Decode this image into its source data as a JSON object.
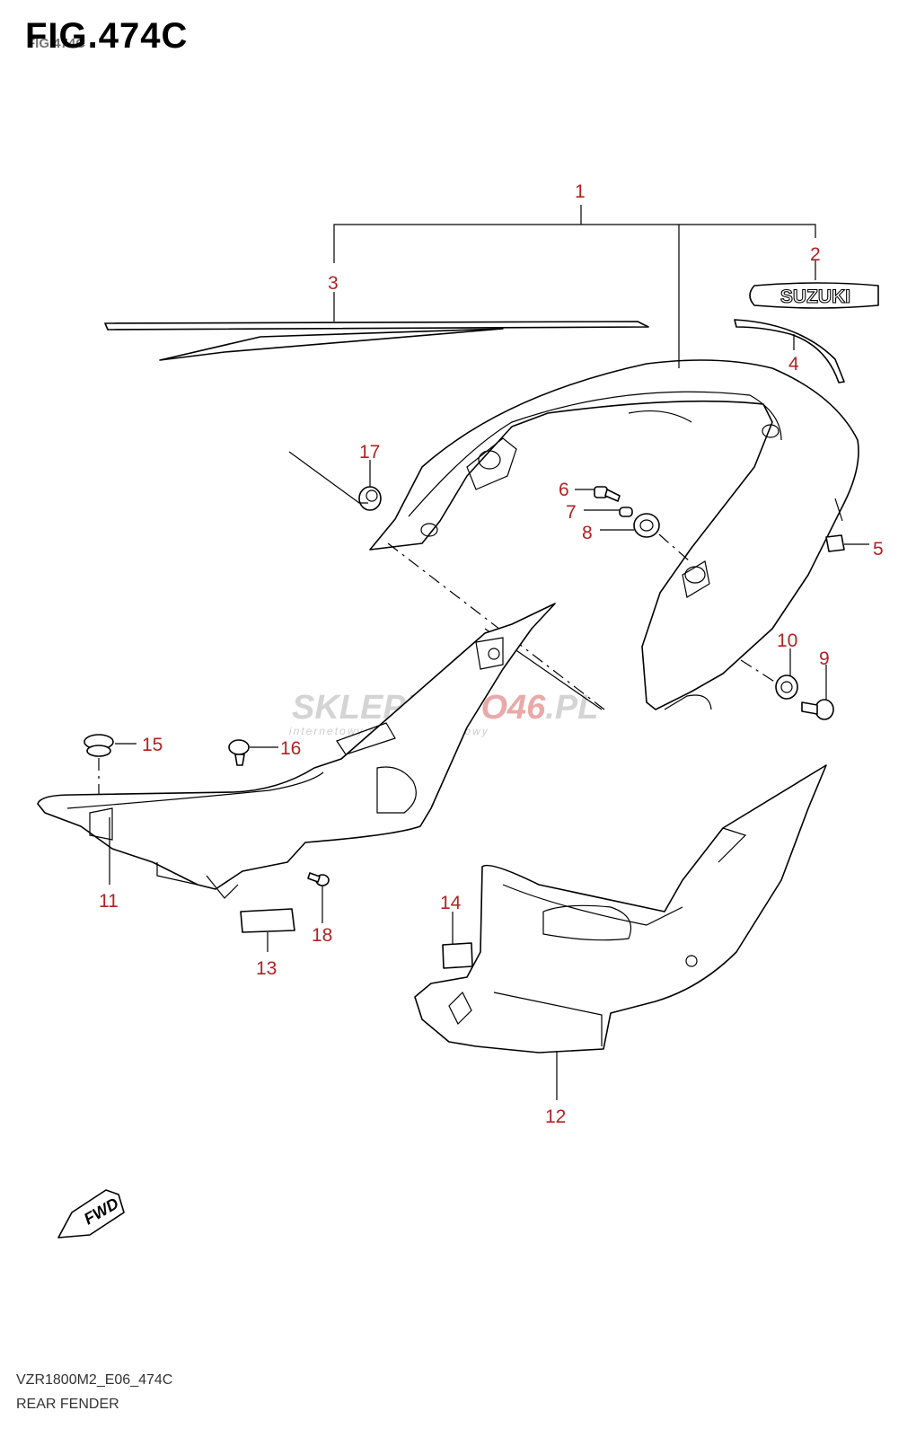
{
  "figure": {
    "title": "FIG.474C",
    "title_ghost": "FIG.474C",
    "model_code": "VZR1800M2_E06_474C",
    "name": "REAR FENDER"
  },
  "emblem_text": "SUZUKI",
  "fwd_text": "FWD",
  "watermark": {
    "text_a": "SKLEP",
    "text_b": "MOTO",
    "text_c": "46",
    "text_d": ".PL",
    "subtitle": "internetowy sklep motocyklowy"
  },
  "callouts": [
    "1",
    "2",
    "3",
    "4",
    "5",
    "6",
    "7",
    "8",
    "9",
    "10",
    "11",
    "12",
    "13",
    "14",
    "15",
    "16",
    "17",
    "18"
  ],
  "colors": {
    "callout": "#b22222",
    "line": "#000000",
    "watermark_gray": "#d0d0d0",
    "watermark_red": "#e8a0a0"
  }
}
